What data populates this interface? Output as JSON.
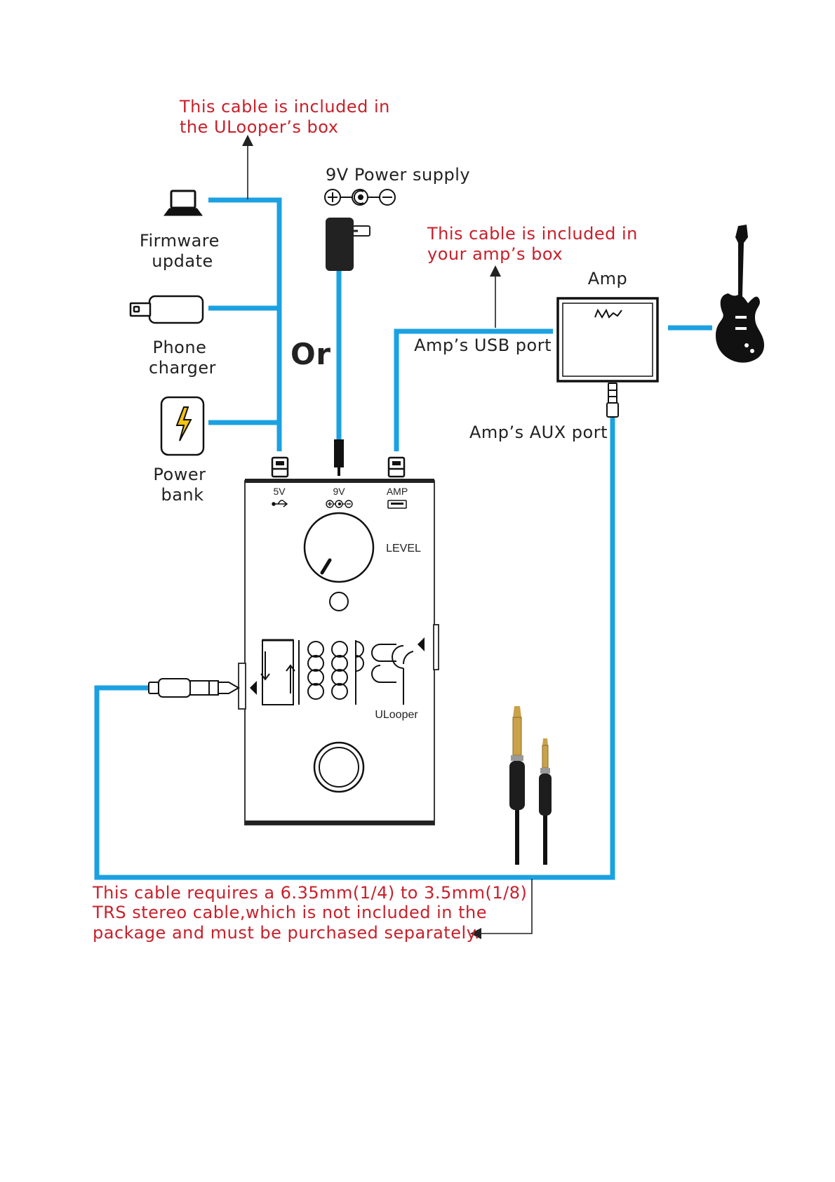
{
  "colors": {
    "cable": "#1ba1e2",
    "note": "#c8202a",
    "ink": "#222222",
    "bolt": "#f6c40d"
  },
  "notes": {
    "ulooper_box": [
      "This cable is included in",
      "the ULooper’s box"
    ],
    "amp_box": [
      "This cable is included in",
      "your amp’s box"
    ],
    "trs_cable": [
      "This cable requires a 6.35mm(1/4) to 3.5mm(1/8)",
      "TRS stereo cable,which is not included in the",
      "package and must be purchased separately."
    ]
  },
  "devices": {
    "firmware": {
      "label": [
        "Firmware",
        "update"
      ],
      "icon": "laptop-icon"
    },
    "phone_charger": {
      "label": [
        "Phone",
        "charger"
      ],
      "icon": "usb-charger-icon"
    },
    "power_bank": {
      "label": [
        "Power",
        "bank"
      ],
      "icon": "power-bank-icon"
    },
    "power_supply": {
      "label": "9V Power supply",
      "icon": "wall-adapter-icon"
    },
    "amp": {
      "label": "Amp",
      "logo": "MM",
      "icon": "amplifier-icon"
    },
    "guitar": {
      "icon": "electric-guitar-icon"
    }
  },
  "or_label": "Or",
  "ports": {
    "amp_usb": "Amp’s USB port",
    "amp_aux": "Amp’s AUX port"
  },
  "pedal": {
    "port_5v": "5V",
    "port_9v": "9V",
    "port_amp": "AMP",
    "knob_label": "LEVEL",
    "brand": "ULooper"
  }
}
